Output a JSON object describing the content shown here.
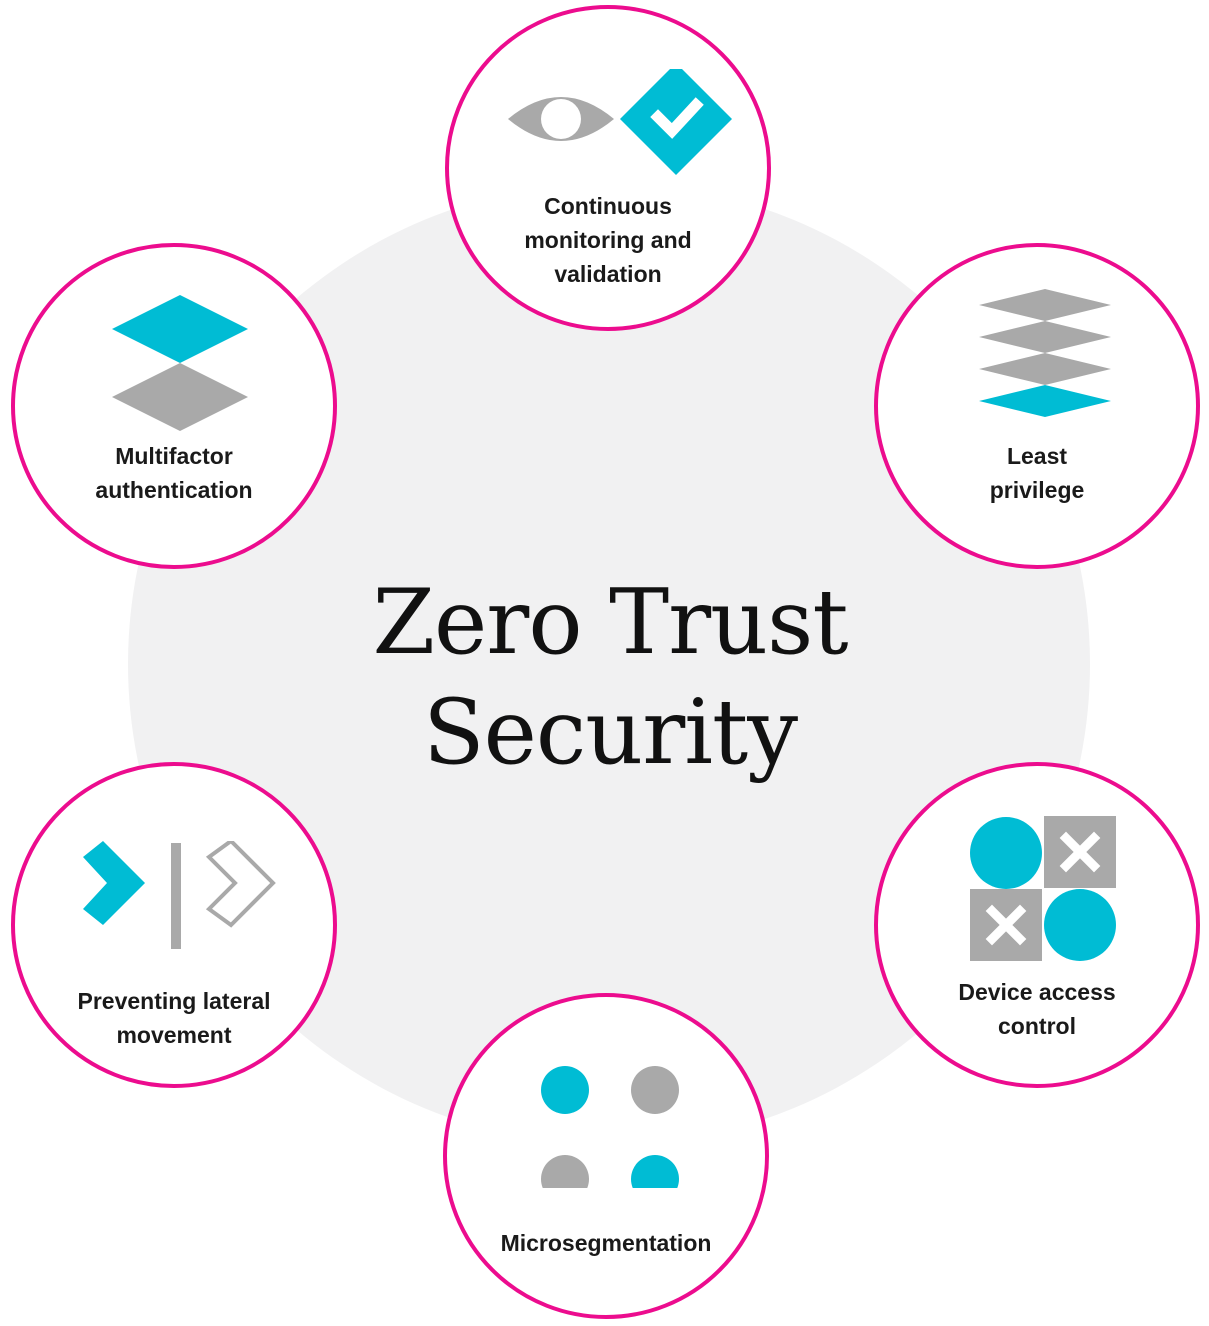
{
  "title": {
    "line1": "Zero Trust",
    "line2": "Security"
  },
  "colors": {
    "accent_ring": "#ec0c8e",
    "cyan": "#00bcd4",
    "gray": "#a9a9a9",
    "background_circle": "#f1f1f2"
  },
  "nodes": [
    {
      "id": "continuous-monitoring",
      "icon": "eye-check-icon",
      "label_lines": [
        "Continuous",
        "monitoring and",
        "validation"
      ]
    },
    {
      "id": "least-privilege",
      "icon": "stacked-layers-icon",
      "label_lines": [
        "Least",
        "privilege"
      ]
    },
    {
      "id": "device-access-control",
      "icon": "access-grid-icon",
      "label_lines": [
        "Device access",
        "control"
      ]
    },
    {
      "id": "microsegmentation",
      "icon": "four-dots-icon",
      "label_lines": [
        "Microsegmentation"
      ]
    },
    {
      "id": "preventing-lateral-movement",
      "icon": "blocked-arrow-icon",
      "label_lines": [
        "Preventing lateral",
        "movement"
      ]
    },
    {
      "id": "multifactor-authentication",
      "icon": "two-diamonds-icon",
      "label_lines": [
        "Multifactor",
        "authentication"
      ]
    }
  ]
}
